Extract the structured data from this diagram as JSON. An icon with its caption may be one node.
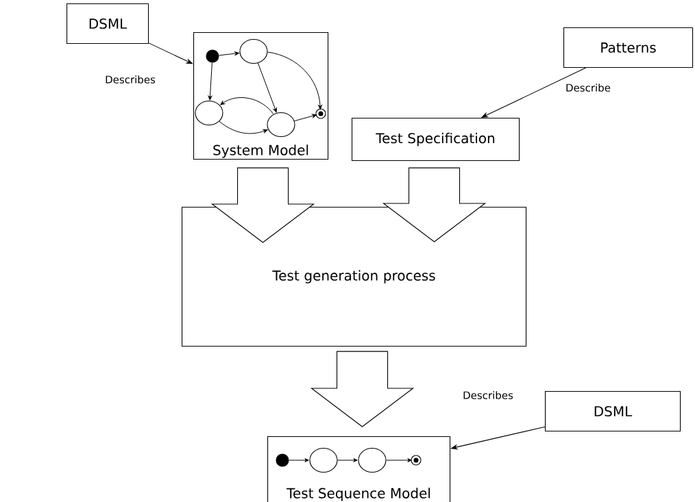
{
  "diagram": {
    "nodes": [
      {
        "text": [
          "DSML"
        ]
      },
      {
        "text": [
          "System Model"
        ]
      },
      {
        "text": [],
        "shape": "dot",
        "in": 1
      },
      {
        "text": [],
        "shape": "circle",
        "in": 1
      },
      {
        "text": [],
        "shape": "circle",
        "in": 1
      },
      {
        "text": [],
        "shape": "circle",
        "in": 1
      },
      {
        "text": [],
        "shape": "bullseye",
        "in": 1
      },
      {
        "text": [
          "Patterns"
        ]
      },
      {
        "text": [
          "Test Specification"
        ]
      },
      {
        "text": [
          "Test generation process"
        ]
      },
      {
        "text": [
          "DSML"
        ]
      },
      {
        "text": [
          "Test Sequence Model"
        ]
      },
      {
        "text": [],
        "shape": "dot",
        "in": 11
      },
      {
        "text": [],
        "shape": "circle",
        "in": 11
      },
      {
        "text": [],
        "shape": "circle",
        "in": 11
      },
      {
        "text": [],
        "shape": "bullseye",
        "in": 11
      }
    ],
    "edges": [
      {
        "from": 0,
        "to": 1,
        "arrow": "to",
        "label": "Describes"
      },
      {
        "from": 7,
        "to": 8,
        "arrow": "to",
        "label": "Describe"
      },
      {
        "from": 10,
        "to": 11,
        "arrow": "to",
        "label": "Describes"
      },
      {
        "from": 1,
        "to": 9,
        "arrow": "to",
        "style": "thick"
      },
      {
        "from": 8,
        "to": 9,
        "arrow": "to",
        "style": "thick"
      },
      {
        "from": 9,
        "to": 11,
        "arrow": "to",
        "style": "thick"
      },
      {
        "from": 2,
        "to": 3,
        "arrow": "to"
      },
      {
        "from": 2,
        "to": 4,
        "arrow": "to"
      },
      {
        "from": 3,
        "to": 5,
        "arrow": "to"
      },
      {
        "from": 3,
        "to": 6,
        "arrow": "to"
      },
      {
        "from": 4,
        "to": 5,
        "arrow": "to"
      },
      {
        "from": 5,
        "to": 4,
        "arrow": "to"
      },
      {
        "from": 5,
        "to": 6,
        "arrow": "to"
      },
      {
        "from": 12,
        "to": 13,
        "arrow": "to"
      },
      {
        "from": 13,
        "to": 14,
        "arrow": "to"
      },
      {
        "from": 14,
        "to": 15,
        "arrow": "to"
      }
    ]
  }
}
